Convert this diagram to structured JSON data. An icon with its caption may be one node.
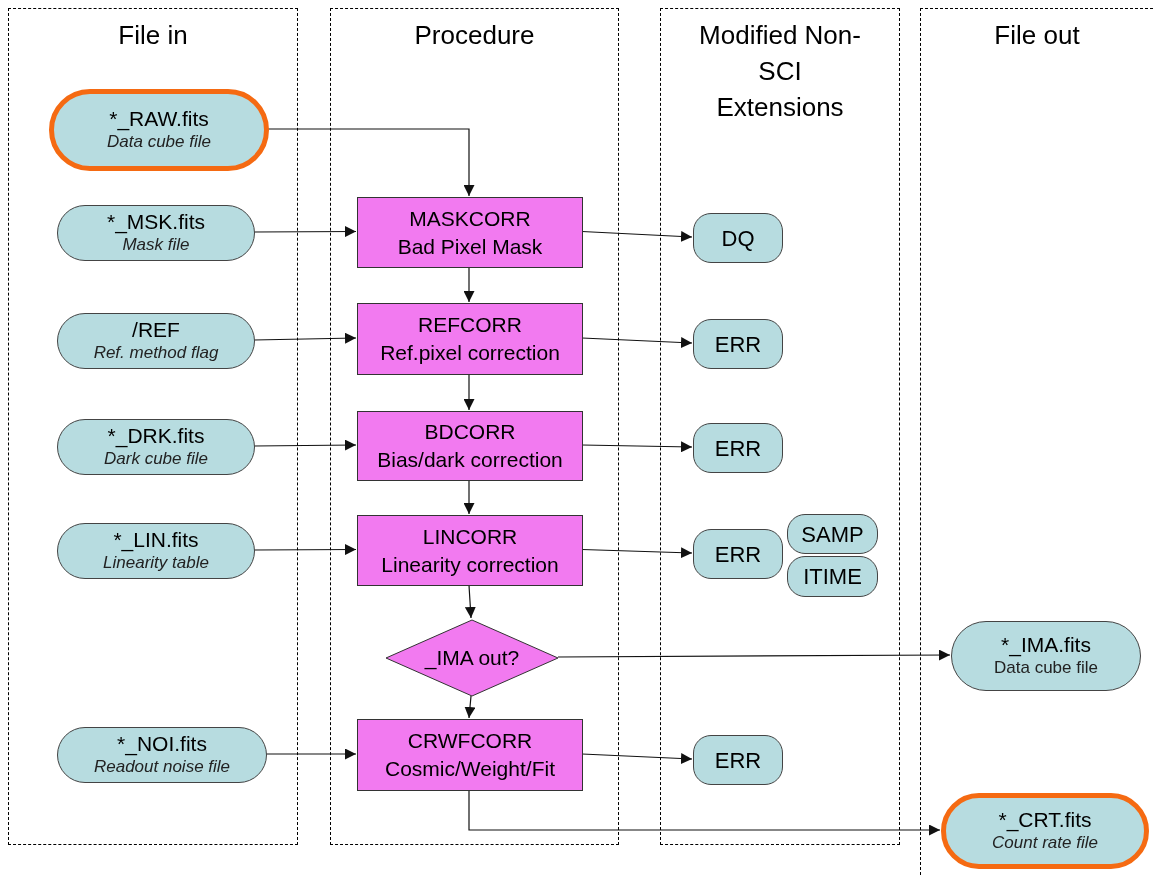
{
  "diagram": {
    "nodes": [
      {
        "text": [
          "File in"
        ]
      },
      {
        "text": [
          "Procedure"
        ]
      },
      {
        "text": [
          "Modified Non-SCI Extensions"
        ]
      },
      {
        "text": [
          "File out"
        ]
      },
      {
        "text": [
          "*_RAW.fits",
          "Data cube file"
        ],
        "in": 0
      },
      {
        "text": [
          "*_MSK.fits",
          "Mask file"
        ],
        "in": 0
      },
      {
        "text": [
          "/REF",
          "Ref. method flag"
        ],
        "in": 0
      },
      {
        "text": [
          "*_DRK.fits",
          "Dark cube file"
        ],
        "in": 0
      },
      {
        "text": [
          "*_LIN.fits",
          "Linearity table"
        ],
        "in": 0
      },
      {
        "text": [
          "*_NOI.fits",
          "Readout noise file"
        ],
        "in": 0
      },
      {
        "text": [
          "MASKCORR",
          "Bad Pixel Mask"
        ],
        "in": 1
      },
      {
        "text": [
          "REFCORR",
          "Ref.pixel correction"
        ],
        "in": 1
      },
      {
        "text": [
          "BDCORR",
          "Bias/dark correction"
        ],
        "in": 1
      },
      {
        "text": [
          "LINCORR",
          "Linearity correction"
        ],
        "in": 1
      },
      {
        "text": [
          "_IMA out?"
        ],
        "in": 1
      },
      {
        "text": [
          "CRWFCORR",
          "Cosmic/Weight/Fit"
        ],
        "in": 1
      },
      {
        "text": [
          "DQ"
        ],
        "in": 2
      },
      {
        "text": [
          "ERR"
        ],
        "in": 2
      },
      {
        "text": [
          "ERR"
        ],
        "in": 2
      },
      {
        "text": [
          "ERR"
        ],
        "in": 2
      },
      {
        "text": [
          "SAMP"
        ],
        "in": 2
      },
      {
        "text": [
          "ITIME"
        ],
        "in": 2
      },
      {
        "text": [
          "ERR"
        ],
        "in": 2
      },
      {
        "text": [
          "*_IMA.fits",
          "Data cube file"
        ],
        "in": 3
      },
      {
        "text": [
          "*_CRT.fits",
          "Count rate file"
        ],
        "in": 3
      }
    ],
    "edges": [
      {
        "from": 4,
        "to": 10,
        "arrow": "to"
      },
      {
        "from": 5,
        "to": 10,
        "arrow": "to"
      },
      {
        "from": 6,
        "to": 11,
        "arrow": "to"
      },
      {
        "from": 7,
        "to": 12,
        "arrow": "to"
      },
      {
        "from": 8,
        "to": 13,
        "arrow": "to"
      },
      {
        "from": 9,
        "to": 15,
        "arrow": "to"
      },
      {
        "from": 10,
        "to": 11,
        "arrow": "to"
      },
      {
        "from": 11,
        "to": 12,
        "arrow": "to"
      },
      {
        "from": 12,
        "to": 13,
        "arrow": "to"
      },
      {
        "from": 13,
        "to": 14,
        "arrow": "to"
      },
      {
        "from": 14,
        "to": 15,
        "arrow": "to"
      },
      {
        "from": 10,
        "to": 16,
        "arrow": "to"
      },
      {
        "from": 11,
        "to": 17,
        "arrow": "to"
      },
      {
        "from": 12,
        "to": 18,
        "arrow": "to"
      },
      {
        "from": 13,
        "to": 19,
        "arrow": "to"
      },
      {
        "from": 14,
        "to": 23,
        "arrow": "to"
      },
      {
        "from": 15,
        "to": 22,
        "arrow": "to"
      },
      {
        "from": 15,
        "to": 24,
        "arrow": "to"
      }
    ]
  }
}
